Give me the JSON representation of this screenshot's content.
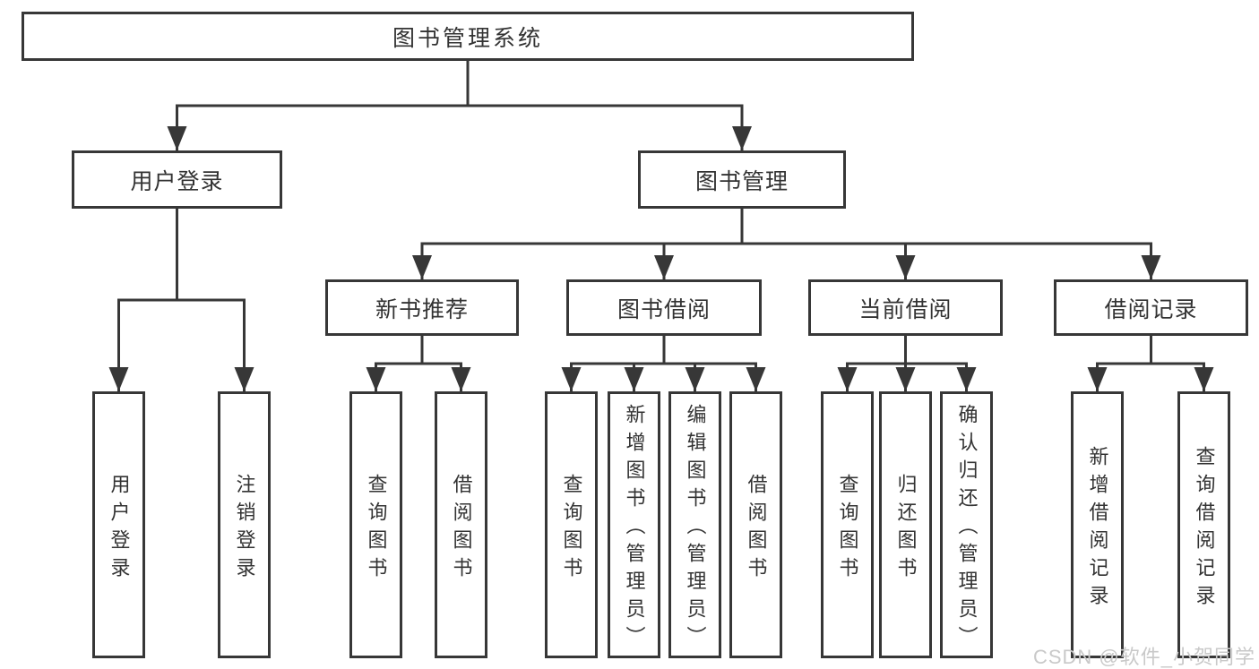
{
  "diagram": {
    "root": {
      "label": "图书管理系统"
    },
    "level2": [
      {
        "id": "user-login",
        "label": "用户登录"
      },
      {
        "id": "book-management",
        "label": "图书管理"
      }
    ],
    "level3": [
      {
        "id": "new-book-recommend",
        "parent": "图书管理",
        "label": "新书推荐"
      },
      {
        "id": "book-borrowing",
        "parent": "图书管理",
        "label": "图书借阅"
      },
      {
        "id": "current-borrowing",
        "parent": "图书管理",
        "label": "当前借阅"
      },
      {
        "id": "borrowing-records",
        "parent": "图书管理",
        "label": "借阅记录"
      }
    ],
    "leaves": [
      {
        "parent": "用户登录",
        "label": "用户登录"
      },
      {
        "parent": "用户登录",
        "label": "注销登录"
      },
      {
        "parent": "新书推荐",
        "label": "查询图书"
      },
      {
        "parent": "新书推荐",
        "label": "借阅图书"
      },
      {
        "parent": "图书借阅",
        "label": "查询图书"
      },
      {
        "parent": "图书借阅",
        "label": "新增图书（管理员）"
      },
      {
        "parent": "图书借阅",
        "label": "编辑图书（管理员）"
      },
      {
        "parent": "图书借阅",
        "label": "借阅图书"
      },
      {
        "parent": "当前借阅",
        "label": "查询图书"
      },
      {
        "parent": "当前借阅",
        "label": "归还图书"
      },
      {
        "parent": "当前借阅",
        "label": "确认归还（管理员）"
      },
      {
        "parent": "借阅记录",
        "label": "新增借阅记录"
      },
      {
        "parent": "借阅记录",
        "label": "查询借阅记录"
      }
    ],
    "colors": {
      "line": "#373737",
      "text": "#333333",
      "background": "#ffffff",
      "watermark": "#c9c9c9"
    }
  },
  "watermark": {
    "text": "CSDN @软件_小贺同学"
  }
}
